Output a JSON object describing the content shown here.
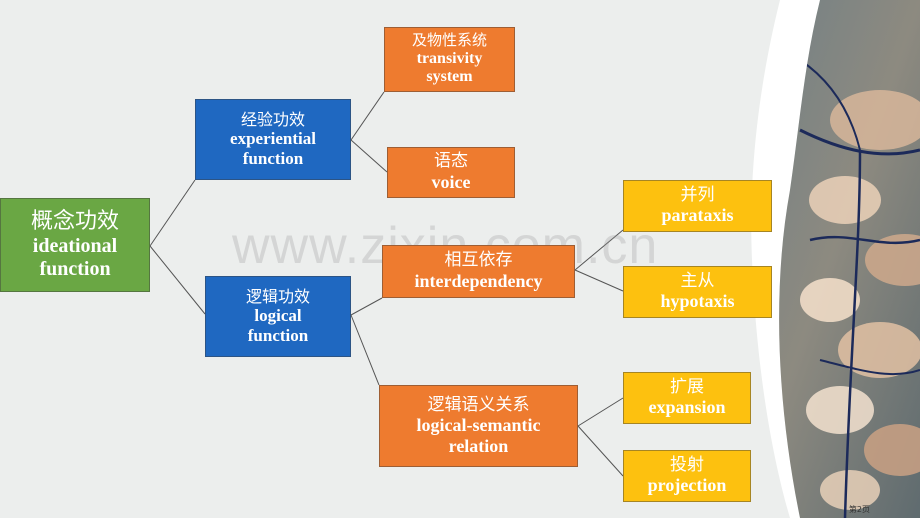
{
  "watermark": "www.zixin.com.cn",
  "page_number": "第2页",
  "nodes": {
    "ideational": {
      "zh": "概念功效",
      "en1": "ideational",
      "en2": "function"
    },
    "experiential": {
      "zh": "经验功效",
      "en1": "experiential",
      "en2": "function"
    },
    "logical": {
      "zh": "逻辑功效",
      "en1": "logical",
      "en2": "function"
    },
    "transivity": {
      "zh": "及物性系统",
      "en1": "transivity",
      "en2": "system"
    },
    "voice": {
      "zh": "语态",
      "en1": "voice"
    },
    "interdependency": {
      "zh": "相互依存",
      "en1": "interdependency"
    },
    "logical_semantic": {
      "zh": "逻辑语义关系",
      "en1": "logical-semantic",
      "en2": "relation"
    },
    "parataxis": {
      "zh": "并列",
      "en1": "parataxis"
    },
    "hypotaxis": {
      "zh": "主从",
      "en1": "hypotaxis"
    },
    "expansion": {
      "zh": "扩展",
      "en1": "expansion"
    },
    "projection": {
      "zh": "投射",
      "en1": "projection"
    }
  },
  "colors": {
    "level1": "#6aa744",
    "level2": "#1f68c1",
    "level3": "#ee7b2f",
    "level4": "#fdc10f",
    "background": "#eceeed"
  },
  "decoration": "fern-leaf-photo"
}
